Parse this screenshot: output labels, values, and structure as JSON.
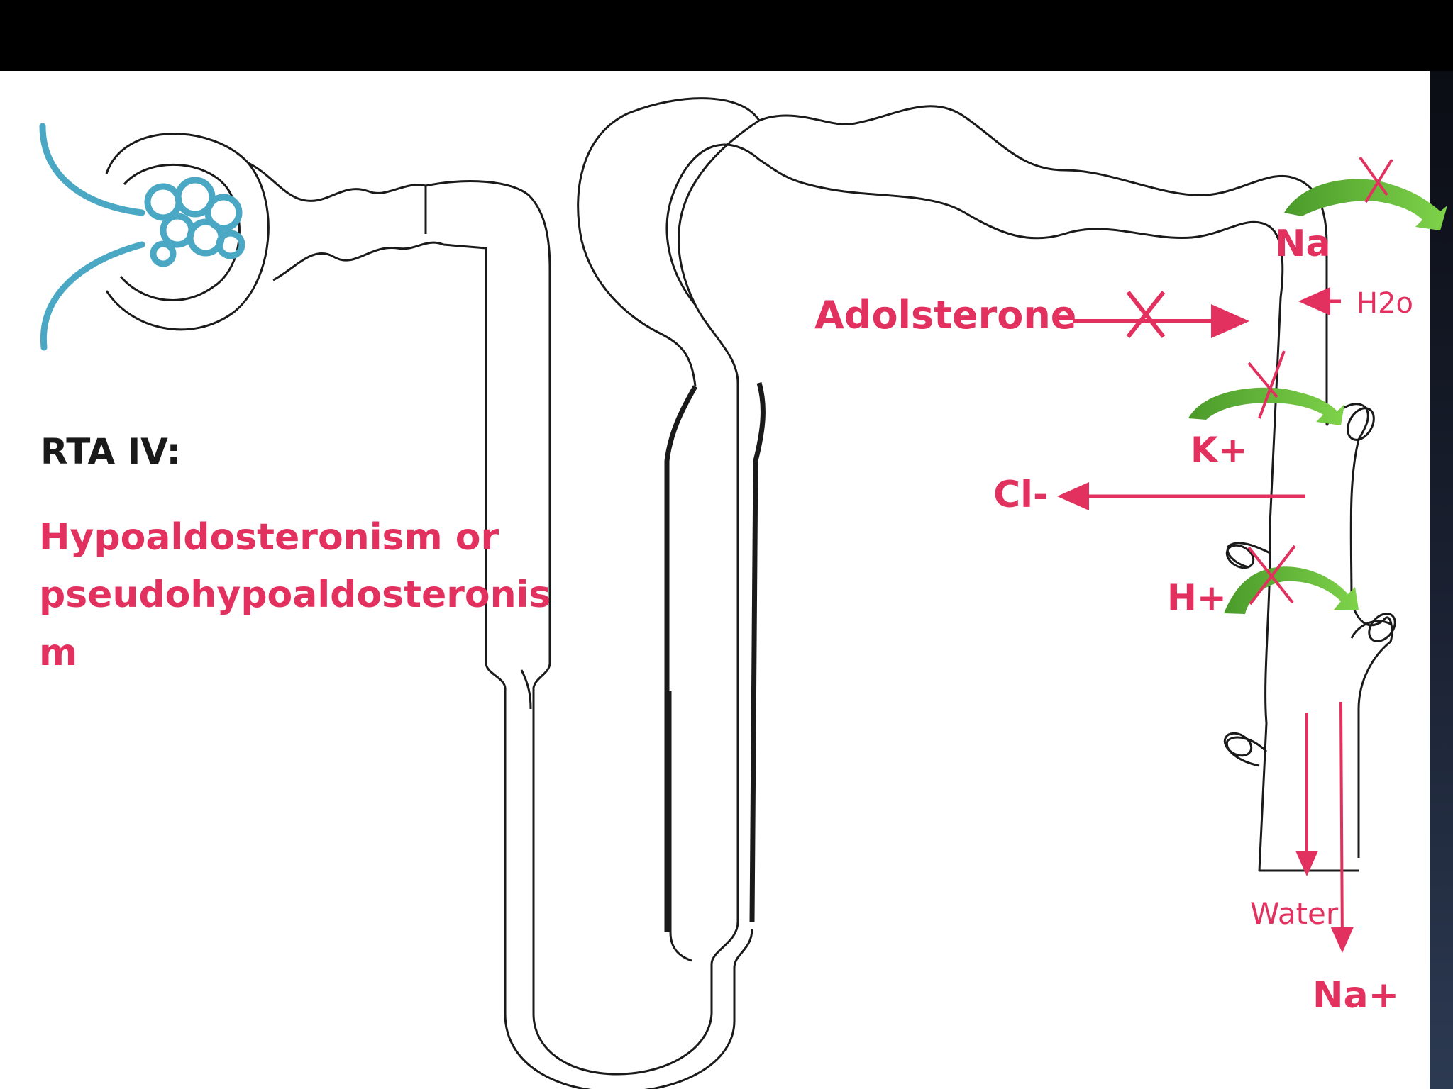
{
  "title": "RTA IV:",
  "subtitle_lines": [
    "Hypoaldosteronism or",
    "pseudohypoaldosteronis",
    "m"
  ],
  "labels": {
    "na_top": "Na",
    "h2o": "H2o",
    "aldosterone": "Adolsterone",
    "k": "K+",
    "cl": "Cl-",
    "h": "H+",
    "water": "Water",
    "na_bottom": "Na+"
  },
  "colors": {
    "accent": "#e2315e",
    "arrow_green": "#6cc43a",
    "glomerulus": "#4aa8c4",
    "text": "#1a1a1a"
  }
}
